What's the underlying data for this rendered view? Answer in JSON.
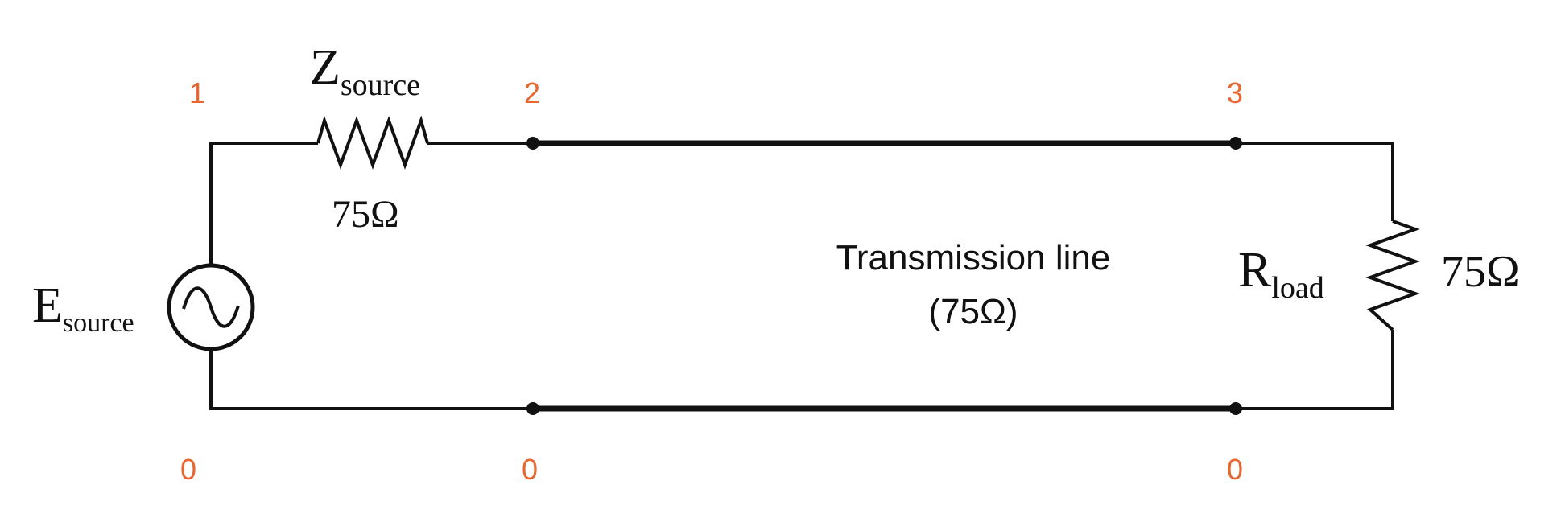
{
  "nodes": {
    "n1": "1",
    "n2": "2",
    "n3": "3",
    "n0_left": "0",
    "n0_mid": "0",
    "n0_right": "0"
  },
  "source_impedance": {
    "label_main": "Z",
    "label_sub": "source",
    "value": "75Ω"
  },
  "voltage_source": {
    "label_main": "E",
    "label_sub": "source"
  },
  "transmission_line": {
    "title": "Transmission line",
    "impedance": "(75Ω)"
  },
  "load": {
    "label_main": "R",
    "label_sub": "load",
    "value": "75Ω"
  },
  "colors": {
    "wire": "#111111",
    "node_label": "#e8662f"
  },
  "icons": {
    "source": "ac-voltage-source-icon",
    "resistor": "resistor-zigzag-icon"
  }
}
